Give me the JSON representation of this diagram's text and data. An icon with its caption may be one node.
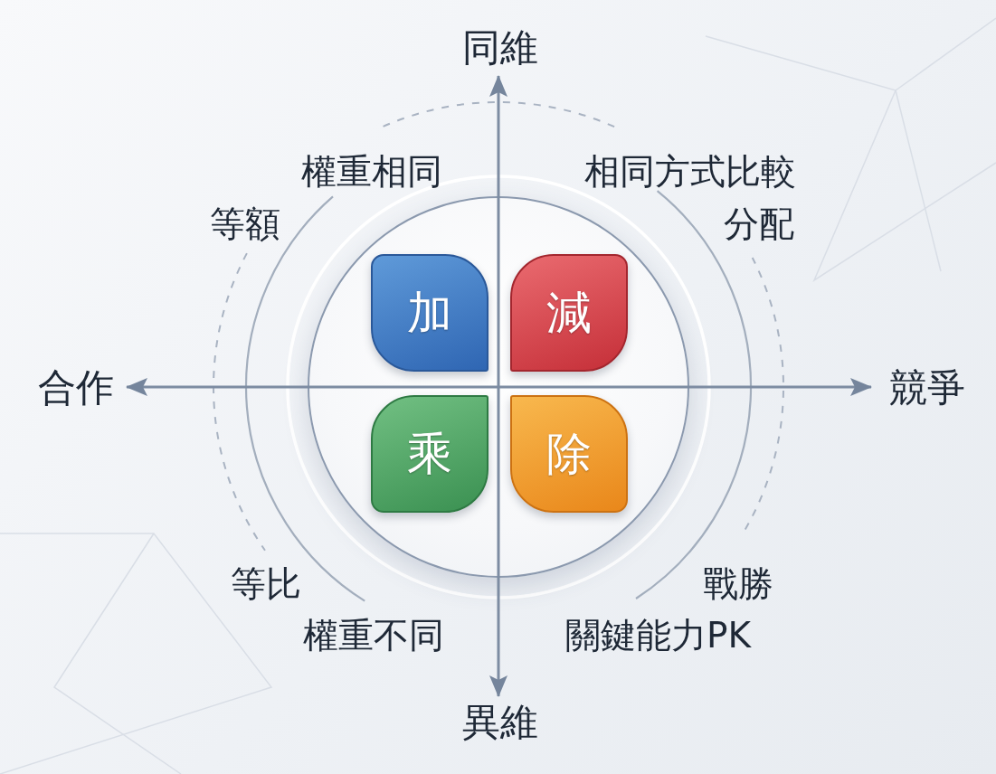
{
  "diagram": {
    "nodes": [
      {
        "text": [
          "加"
        ]
      },
      {
        "text": [
          "減"
        ]
      },
      {
        "text": [
          "乘"
        ]
      },
      {
        "text": [
          "除"
        ]
      }
    ],
    "labels": [
      "同維",
      "權重相同",
      "相同方式比較",
      "等額",
      "分配",
      "合作",
      "競爭",
      "等比",
      "戰勝",
      "權重不同",
      "關鍵能力PK",
      "異維"
    ]
  }
}
